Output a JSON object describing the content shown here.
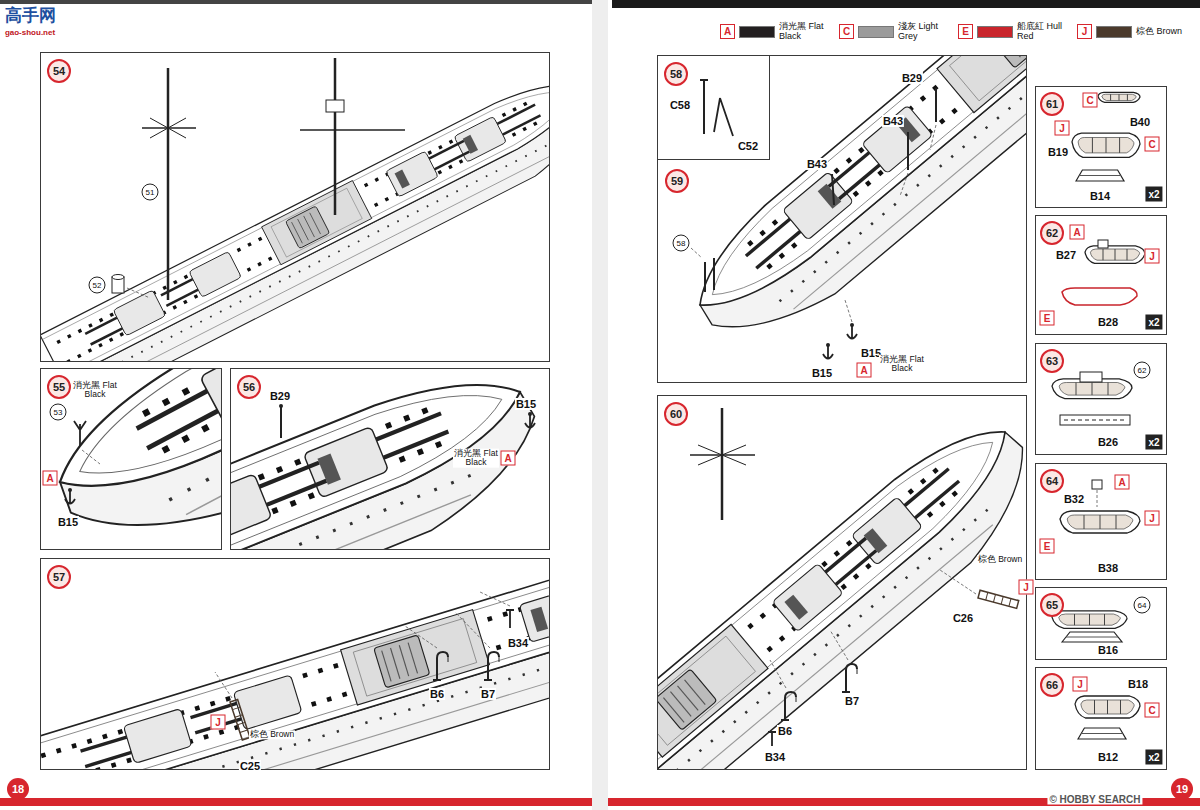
{
  "diagram": {
    "nodes": [
      {
        "text": [
          "54"
        ]
      },
      {
        "text": [
          "55"
        ]
      },
      {
        "text": [
          "56"
        ]
      },
      {
        "text": [
          "57"
        ]
      },
      {
        "text": [
          "58"
        ]
      },
      {
        "text": [
          "59"
        ]
      },
      {
        "text": [
          "60"
        ]
      },
      {
        "text": [
          "61"
        ]
      },
      {
        "text": [
          "62"
        ]
      },
      {
        "text": [
          "63"
        ]
      },
      {
        "text": [
          "64"
        ]
      },
      {
        "text": [
          "65"
        ]
      },
      {
        "text": [
          "66"
        ]
      }
    ],
    "labels": [
      "高手网",
      "gao-shou.net",
      "A",
      "C",
      "E",
      "J",
      "51",
      "52",
      "消光黑 Flat Black",
      "A",
      "53",
      "B15",
      "B29",
      "B15",
      "消光黑 Flat Black",
      "A",
      "B34",
      "B6",
      "B7",
      "J",
      "棕色 Brown",
      "C25",
      "C58",
      "C52",
      "B29",
      "B43",
      "B43",
      "58",
      "B15",
      "B15",
      "A",
      "消光黑 Flat Black",
      "棕色 Brown",
      "J",
      "C26",
      "B7",
      "B6",
      "B34",
      "C",
      "J",
      "B40",
      "B19",
      "C",
      "B14",
      "x2",
      "A",
      "B27",
      "J",
      "E",
      "B28",
      "x2",
      "62",
      "B26",
      "x2",
      "B32",
      "A",
      "J",
      "E",
      "B38",
      "64",
      "B16",
      "J",
      "B18",
      "C",
      "B12",
      "x2",
      "18",
      "19",
      "© HOBBY SEARCH"
    ],
    "legend": [
      {
        "text": "消光黑 Flat Black",
        "color": "#231f20"
      },
      {
        "text": "淺灰 Light Grey",
        "color": "#9b9b9b"
      },
      {
        "text": "船底紅 Hull Red",
        "color": "#c9252c"
      },
      {
        "text": "棕色 Brown",
        "color": "#4b3a2c"
      }
    ]
  }
}
